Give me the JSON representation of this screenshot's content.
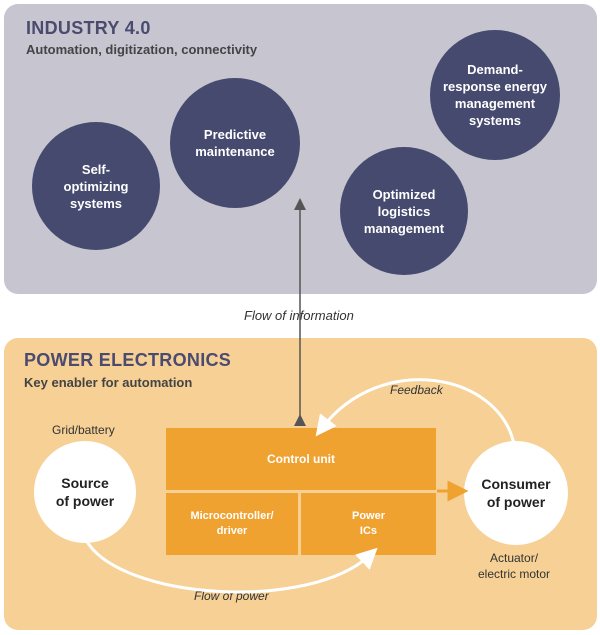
{
  "industry": {
    "title": "INDUSTRY 4.0",
    "subtitle": "Automation, digitization, connectivity",
    "circles": {
      "self_optimizing": "Self-\noptimizing\nsystems",
      "predictive": "Predictive\nmaintenance",
      "logistics": "Optimized\nlogistics\nmanagement",
      "demand": "Demand-\nresponse energy\nmanagement\nsystems"
    }
  },
  "flow_information": "Flow of information",
  "power": {
    "title": "POWER ELECTRONICS",
    "subtitle": "Key enabler for automation",
    "source_caption": "Grid/battery",
    "source": "Source\nof power",
    "control_unit": "Control unit",
    "microcontroller": "Microcontroller/\ndriver",
    "power_ics": "Power\nICs",
    "consumer": "Consumer\nof power",
    "consumer_caption": "Actuator/\nelectric motor",
    "feedback": "Feedback",
    "flow_power": "Flow of power"
  },
  "colors": {
    "industry_bg": "#c6c5d0",
    "circle": "#454a6e",
    "power_bg": "#f6d095",
    "block": "#f0a231"
  }
}
